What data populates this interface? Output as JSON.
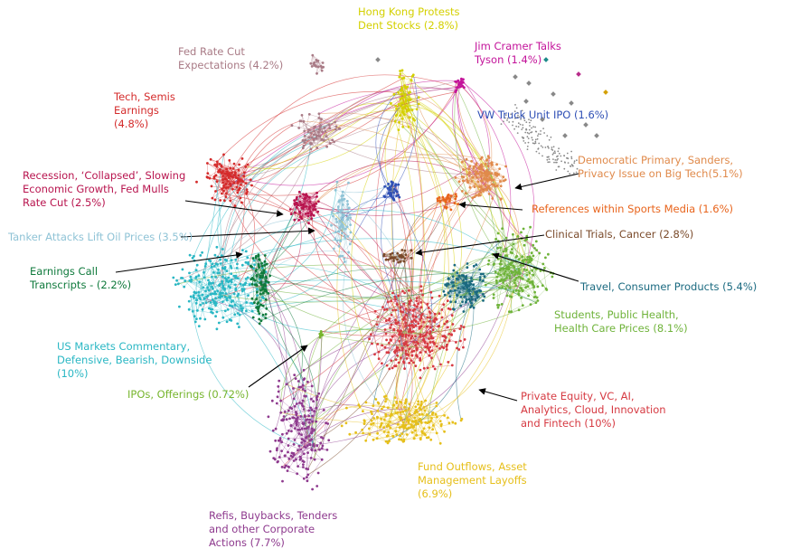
{
  "clusters": [
    {
      "id": "hongkong",
      "lines": [
        "Hong Kong Protests",
        "Dent Stocks  (2.8%)"
      ],
      "color": "#d4d000"
    },
    {
      "id": "cramer",
      "lines": [
        "Jim Cramer Talks",
        "Tyson (1.4%)"
      ],
      "color": "#c3139a"
    },
    {
      "id": "fedcut",
      "lines": [
        "Fed Rate Cut",
        "Expectations (4.2%)"
      ],
      "color": "#a97b86"
    },
    {
      "id": "techsemis",
      "lines": [
        "Tech, Semis",
        "Earnings",
        "(4.8%)"
      ],
      "color": "#d42b2b"
    },
    {
      "id": "vw",
      "lines": [
        "VW Truck Unit IPO (1.6%)"
      ],
      "color": "#2e4fb5"
    },
    {
      "id": "democratic",
      "lines": [
        "Democratic Primary, Sanders,",
        "Privacy Issue on Big Tech(5.1%)"
      ],
      "color": "#e08a4b"
    },
    {
      "id": "recession",
      "lines": [
        "Recession, ‘Collapsed’, Slowing",
        "Economic Growth, Fed Mulls",
        "Rate Cut (2.5%)"
      ],
      "color": "#b8144e"
    },
    {
      "id": "sports",
      "lines": [
        "References within Sports Media (1.6%)"
      ],
      "color": "#e8641c"
    },
    {
      "id": "tanker",
      "lines": [
        "Tanker Attacks Lift Oil Prices (3.5%)"
      ],
      "color": "#8fc3d6"
    },
    {
      "id": "clinical",
      "lines": [
        "Clinical Trials, Cancer (2.8%)"
      ],
      "color": "#7a4a2a"
    },
    {
      "id": "earningscall",
      "lines": [
        "Earnings Call",
        "Transcripts - (2.2%)"
      ],
      "color": "#0f7a3c"
    },
    {
      "id": "travel",
      "lines": [
        "Travel, Consumer Products (5.4%)"
      ],
      "color": "#1b6a80"
    },
    {
      "id": "students",
      "lines": [
        "Students, Public Health,",
        "Health Care Prices (8.1%)"
      ],
      "color": "#6fb33a"
    },
    {
      "id": "usmarkets",
      "lines": [
        "US Markets Commentary,",
        "Defensive, Bearish, Downside",
        "(10%)"
      ],
      "color": "#2ab7c4"
    },
    {
      "id": "ipos",
      "lines": [
        "IPOs, Offerings (0.72%)"
      ],
      "color": "#77b52e"
    },
    {
      "id": "privateequity",
      "lines": [
        "Private Equity, VC, AI,",
        "Analytics, Cloud, Innovation",
        "and Fintech (10%)"
      ],
      "color": "#d63a42"
    },
    {
      "id": "fundoutflows",
      "lines": [
        "Fund Outflows, Asset",
        "Management Layoffs",
        "(6.9%)"
      ],
      "color": "#e6bf1a"
    },
    {
      "id": "refis",
      "lines": [
        "Refis, Buybacks, Tenders",
        "and other Corporate",
        "Actions (7.7%)"
      ],
      "color": "#8e3a8e"
    }
  ]
}
